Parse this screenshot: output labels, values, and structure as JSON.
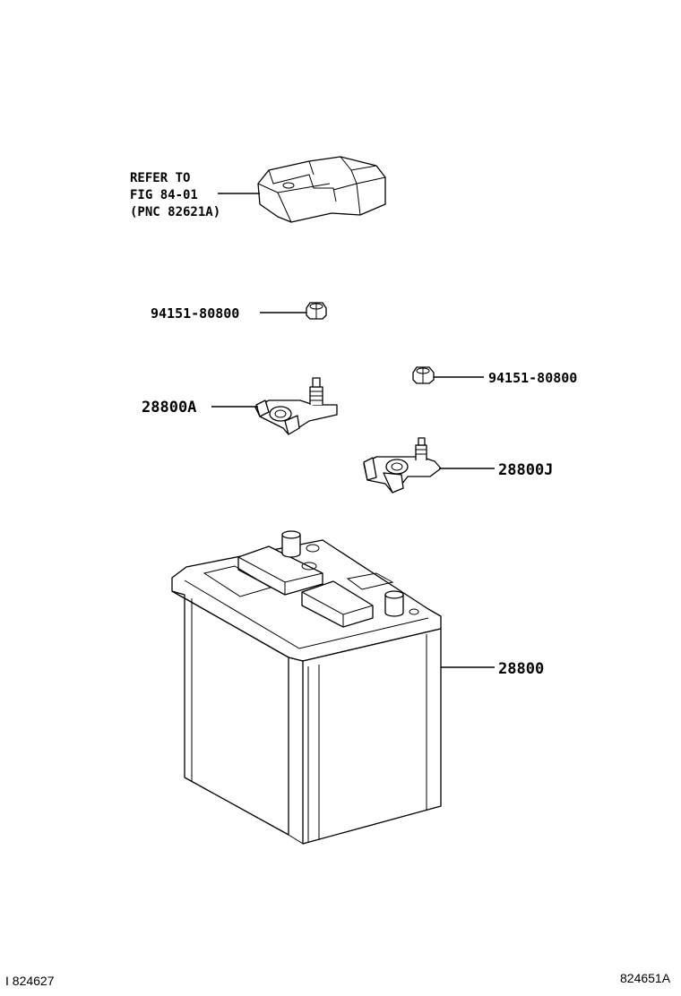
{
  "callouts": {
    "refer_line1": "REFER TO",
    "refer_line2": "FIG 84-01",
    "refer_line3": "(PNC 82621A)",
    "nut_left": "94151-80800",
    "nut_right": "94151-80800",
    "terminal_a": "28800A",
    "terminal_j": "28800J",
    "battery": "28800"
  },
  "footer": {
    "left_id": "I 824627",
    "right_id": "824651A"
  }
}
